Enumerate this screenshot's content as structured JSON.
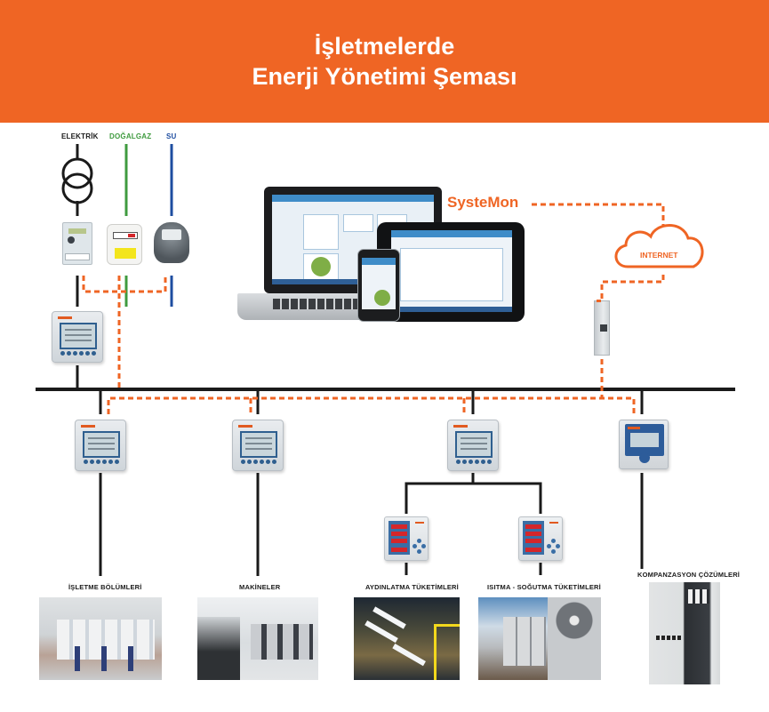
{
  "header": {
    "title_line1": "İşletmelerde",
    "title_line2": "Enerji Yönetimi Şeması",
    "background_color": "#ef6524"
  },
  "utilities": [
    {
      "key": "elektrik",
      "label": "ELEKTRİK",
      "color": "#1a1a1a",
      "meter_icon": "electricity-meter-icon"
    },
    {
      "key": "dogalgaz",
      "label": "DOĞALGAZ",
      "color": "#3f9b3f",
      "meter_icon": "gas-meter-icon"
    },
    {
      "key": "su",
      "label": "SU",
      "color": "#1e4da0",
      "meter_icon": "water-meter-icon"
    }
  ],
  "software": {
    "name": "SysteMon",
    "color": "#ef6524",
    "platforms": [
      "laptop",
      "tablet",
      "smartphone"
    ]
  },
  "cloud": {
    "label": "INTERNET",
    "icon": "cloud-icon"
  },
  "gateway": {
    "icon": "ethernet-gateway-icon"
  },
  "main_analyzer": {
    "icon": "network-analyzer-icon"
  },
  "branches": [
    {
      "label": "İŞLETME BÖLÜMLERİ",
      "device": "network-analyzer",
      "photo": "factory-floor-photo"
    },
    {
      "label": "MAKİNELER",
      "device": "network-analyzer",
      "photo": "machines-photo"
    },
    {
      "label": "AYDINLATMA TÜKETİMLERİ",
      "device": "multimeter",
      "photo": "lighting-photo"
    },
    {
      "label": "ISITMA - SOĞUTMA TÜKETİMLERİ",
      "device": "multimeter",
      "photo": "hvac-photo"
    },
    {
      "label": "KOMPANZASYON ÇÖZÜMLERİ",
      "device": "reactive-power-controller",
      "photo": "compensation-panel-photo"
    }
  ],
  "colors": {
    "bus_line": "#1a1a1a",
    "comm_line": "#ef6524",
    "gas_line": "#3f9b3f",
    "water_line": "#1e4da0"
  }
}
